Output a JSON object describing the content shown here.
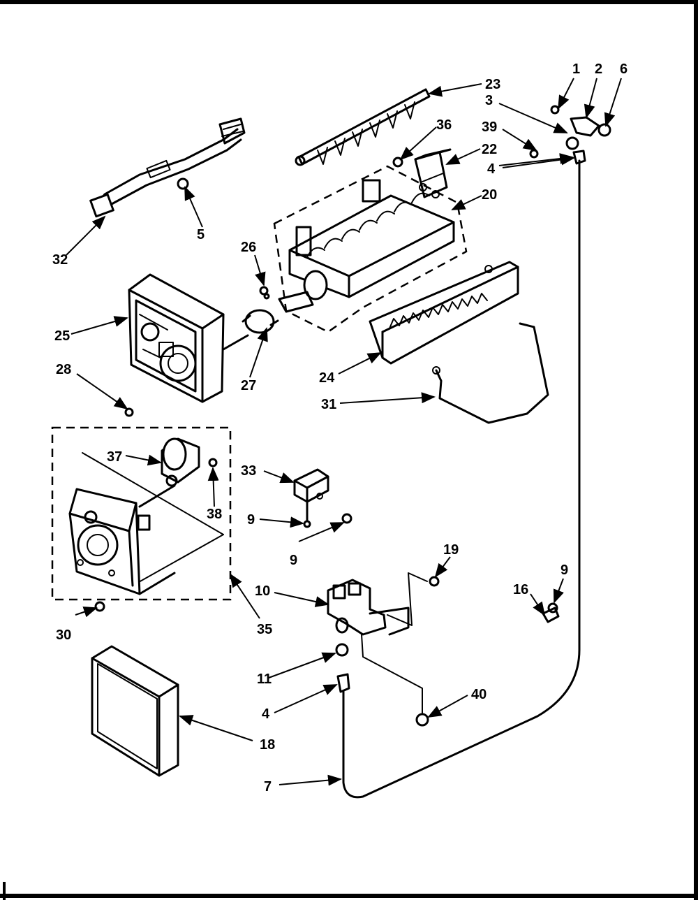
{
  "callouts": {
    "c1": "1",
    "c2": "2",
    "c3": "3",
    "c4a": "4",
    "c4b": "4",
    "c5": "5",
    "c6": "6",
    "c7": "7",
    "c9a": "9",
    "c9b": "9",
    "c9c": "9",
    "c10": "10",
    "c11": "11",
    "c16": "16",
    "c18": "18",
    "c19": "19",
    "c20": "20",
    "c22": "22",
    "c23": "23",
    "c24": "24",
    "c25": "25",
    "c26": "26",
    "c27": "27",
    "c28": "28",
    "c30": "30",
    "c31": "31",
    "c32": "32",
    "c33": "33",
    "c35": "35",
    "c36": "36",
    "c37": "37",
    "c38": "38",
    "c39": "39",
    "c40": "40"
  }
}
